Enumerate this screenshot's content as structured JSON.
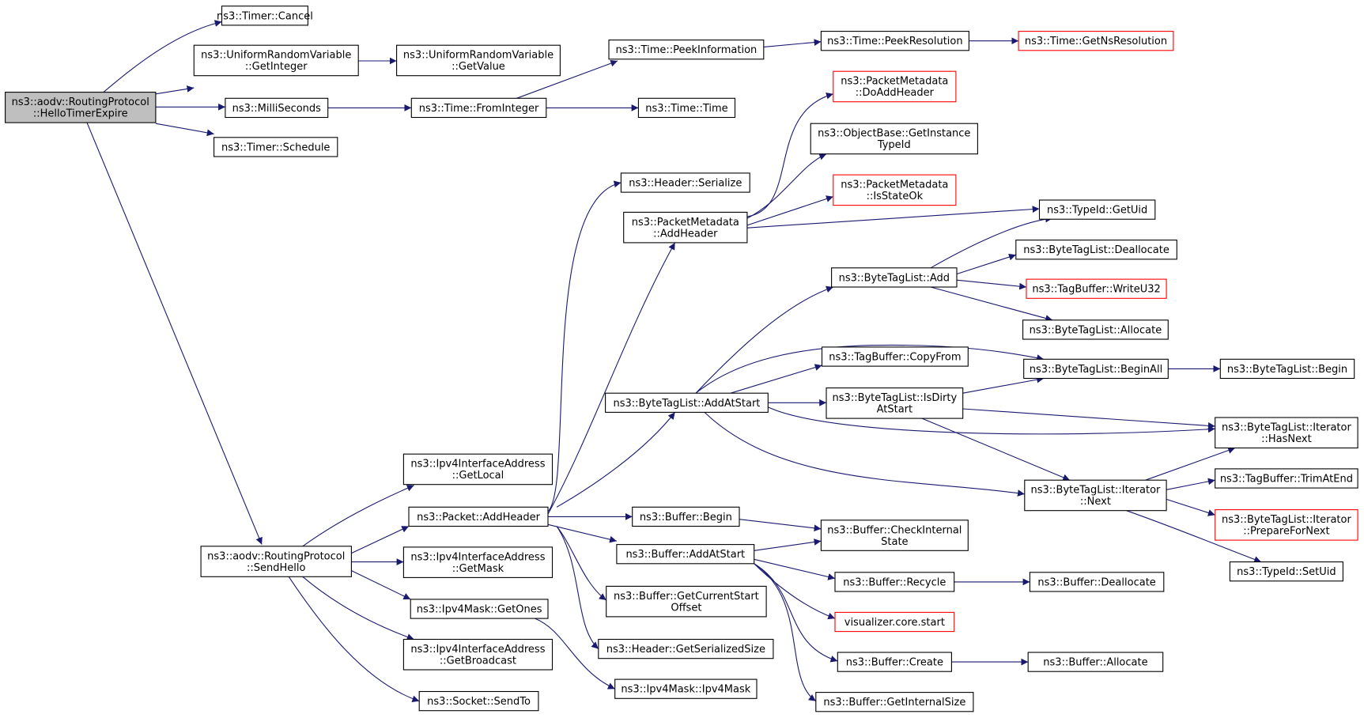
{
  "colors": {
    "edge": "#191970",
    "external_border": "#ff0000",
    "root_fill": "#bfbfbf"
  },
  "nodes": {
    "hello_timer_expire": [
      "ns3::aodv::RoutingProtocol",
      "::HelloTimerExpire"
    ],
    "timer_cancel": [
      "ns3::Timer::Cancel"
    ],
    "urv_getinteger": [
      "ns3::UniformRandomVariable",
      "::GetInteger"
    ],
    "urv_getvalue": [
      "ns3::UniformRandomVariable",
      "::GetValue"
    ],
    "milliseconds": [
      "ns3::MilliSeconds"
    ],
    "timer_schedule": [
      "ns3::Timer::Schedule"
    ],
    "send_hello": [
      "ns3::aodv::RoutingProtocol",
      "::SendHello"
    ],
    "time_frominteger": [
      "ns3::Time::FromInteger"
    ],
    "time_peekinformation": [
      "ns3::Time::PeekInformation"
    ],
    "time_peekresolution": [
      "ns3::Time::PeekResolution"
    ],
    "time_getnsresolution": [
      "ns3::Time::GetNsResolution"
    ],
    "time_time": [
      "ns3::Time::Time"
    ],
    "ipv4ia_getlocal": [
      "ns3::Ipv4InterfaceAddress",
      "::GetLocal"
    ],
    "packet_addheader": [
      "ns3::Packet::AddHeader"
    ],
    "ipv4ia_getmask": [
      "ns3::Ipv4InterfaceAddress",
      "::GetMask"
    ],
    "ipv4mask_getones": [
      "ns3::Ipv4Mask::GetOnes"
    ],
    "ipv4ia_getbroadcast": [
      "ns3::Ipv4InterfaceAddress",
      "::GetBroadcast"
    ],
    "socket_sendto": [
      "ns3::Socket::SendTo"
    ],
    "header_serialize": [
      "ns3::Header::Serialize"
    ],
    "pm_addheader": [
      "ns3::PacketMetadata",
      "::AddHeader"
    ],
    "pm_doaddheader": [
      "ns3::PacketMetadata",
      "::DoAddHeader"
    ],
    "objectbase_getinstancetypeid": [
      "ns3::ObjectBase::GetInstance",
      "TypeId"
    ],
    "pm_isstateok": [
      "ns3::PacketMetadata",
      "::IsStateOk"
    ],
    "typeid_getuid": [
      "ns3::TypeId::GetUid"
    ],
    "btl_add": [
      "ns3::ByteTagList::Add"
    ],
    "btl_deallocate": [
      "ns3::ByteTagList::Deallocate"
    ],
    "tagbuffer_writeu32": [
      "ns3::TagBuffer::WriteU32"
    ],
    "btl_allocate": [
      "ns3::ByteTagList::Allocate"
    ],
    "tagbuffer_copyfrom": [
      "ns3::TagBuffer::CopyFrom"
    ],
    "btl_beginall": [
      "ns3::ByteTagList::BeginAll"
    ],
    "btl_begin": [
      "ns3::ByteTagList::Begin"
    ],
    "btl_addatstart": [
      "ns3::ByteTagList::AddAtStart"
    ],
    "btl_isdirtyatstart": [
      "ns3::ByteTagList::IsDirty",
      "AtStart"
    ],
    "btl_iter_hasnext": [
      "ns3::ByteTagList::Iterator",
      "::HasNext"
    ],
    "btl_iter_next": [
      "ns3::ByteTagList::Iterator",
      "::Next"
    ],
    "tagbuffer_trimatend": [
      "ns3::TagBuffer::TrimAtEnd"
    ],
    "btl_iter_prepfornext": [
      "ns3::ByteTagList::Iterator",
      "::PrepareForNext"
    ],
    "typeid_setuid": [
      "ns3::TypeId::SetUid"
    ],
    "buffer_begin": [
      "ns3::Buffer::Begin"
    ],
    "buffer_checkinternalstate": [
      "ns3::Buffer::CheckInternal",
      "State"
    ],
    "buffer_addatstart": [
      "ns3::Buffer::AddAtStart"
    ],
    "buffer_recycle": [
      "ns3::Buffer::Recycle"
    ],
    "buffer_deallocate": [
      "ns3::Buffer::Deallocate"
    ],
    "visualizer_start": [
      "visualizer.core.start"
    ],
    "buffer_getcurrentstartoffset": [
      "ns3::Buffer::GetCurrentStart",
      "Offset"
    ],
    "header_getserializedsize": [
      "ns3::Header::GetSerializedSize"
    ],
    "buffer_create": [
      "ns3::Buffer::Create"
    ],
    "buffer_allocate": [
      "ns3::Buffer::Allocate"
    ],
    "buffer_getinternalsize": [
      "ns3::Buffer::GetInternalSize"
    ],
    "ipv4mask_ipv4mask": [
      "ns3::Ipv4Mask::Ipv4Mask"
    ]
  }
}
